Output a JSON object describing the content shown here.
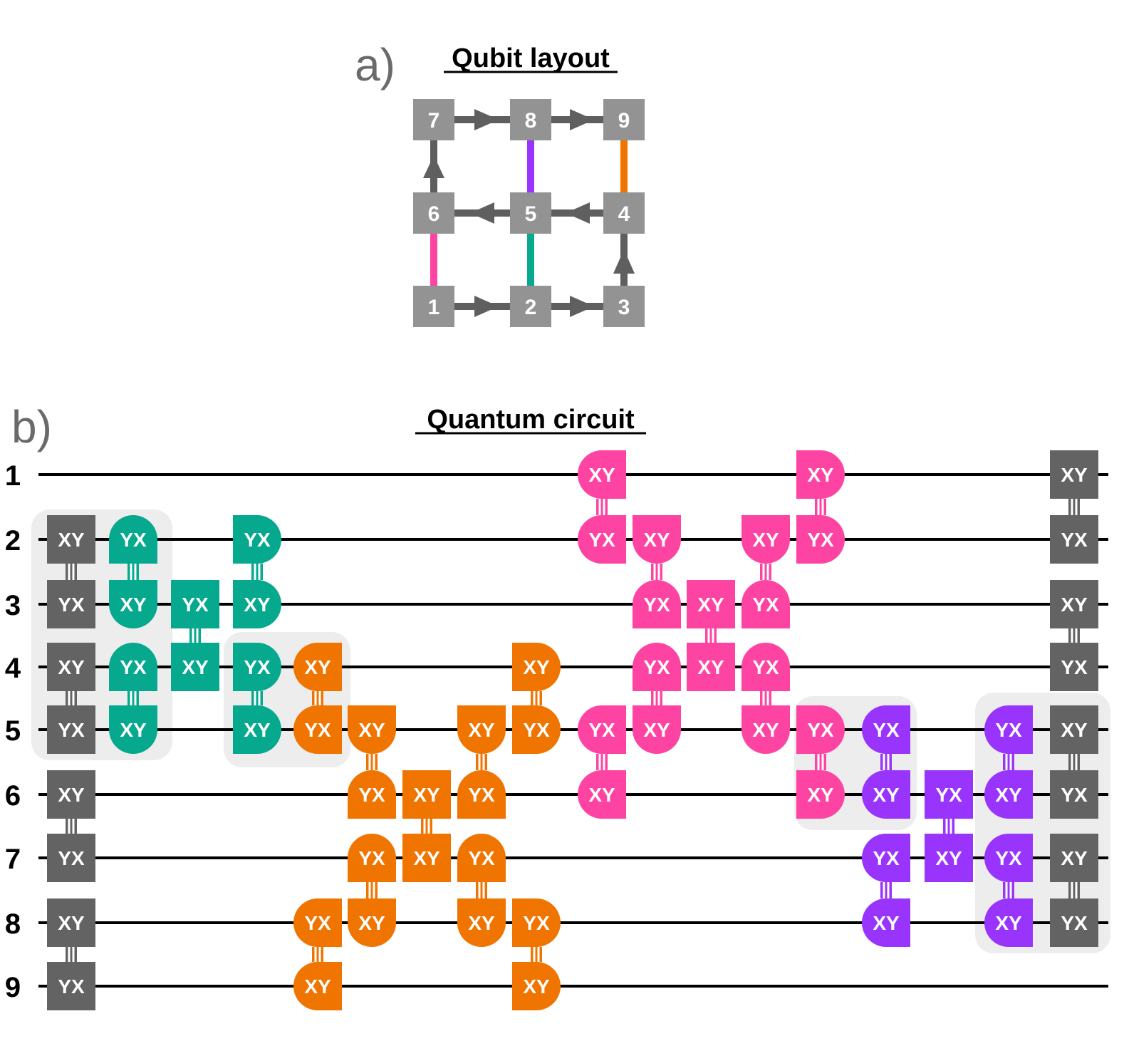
{
  "panel_a": {
    "label": "a)",
    "title": "Qubit layout",
    "qubits": [
      "7",
      "8",
      "9",
      "6",
      "5",
      "4",
      "1",
      "2",
      "3"
    ]
  },
  "panel_b": {
    "label": "b)",
    "title": "Quantum circuit",
    "wire_labels": [
      "1",
      "2",
      "3",
      "4",
      "5",
      "6",
      "7",
      "8",
      "9"
    ]
  },
  "gate_text": {
    "xy": "XY",
    "yx": "YX"
  },
  "colors": {
    "gray_gate": "#636363",
    "teal": "#06a88e",
    "orange": "#f07400",
    "pink": "#fe44a2",
    "purple": "#9834fb",
    "qubit_box": "#939393",
    "arrow": "#5f5f5f",
    "highlight": "#ededed",
    "wire": "#000000"
  }
}
